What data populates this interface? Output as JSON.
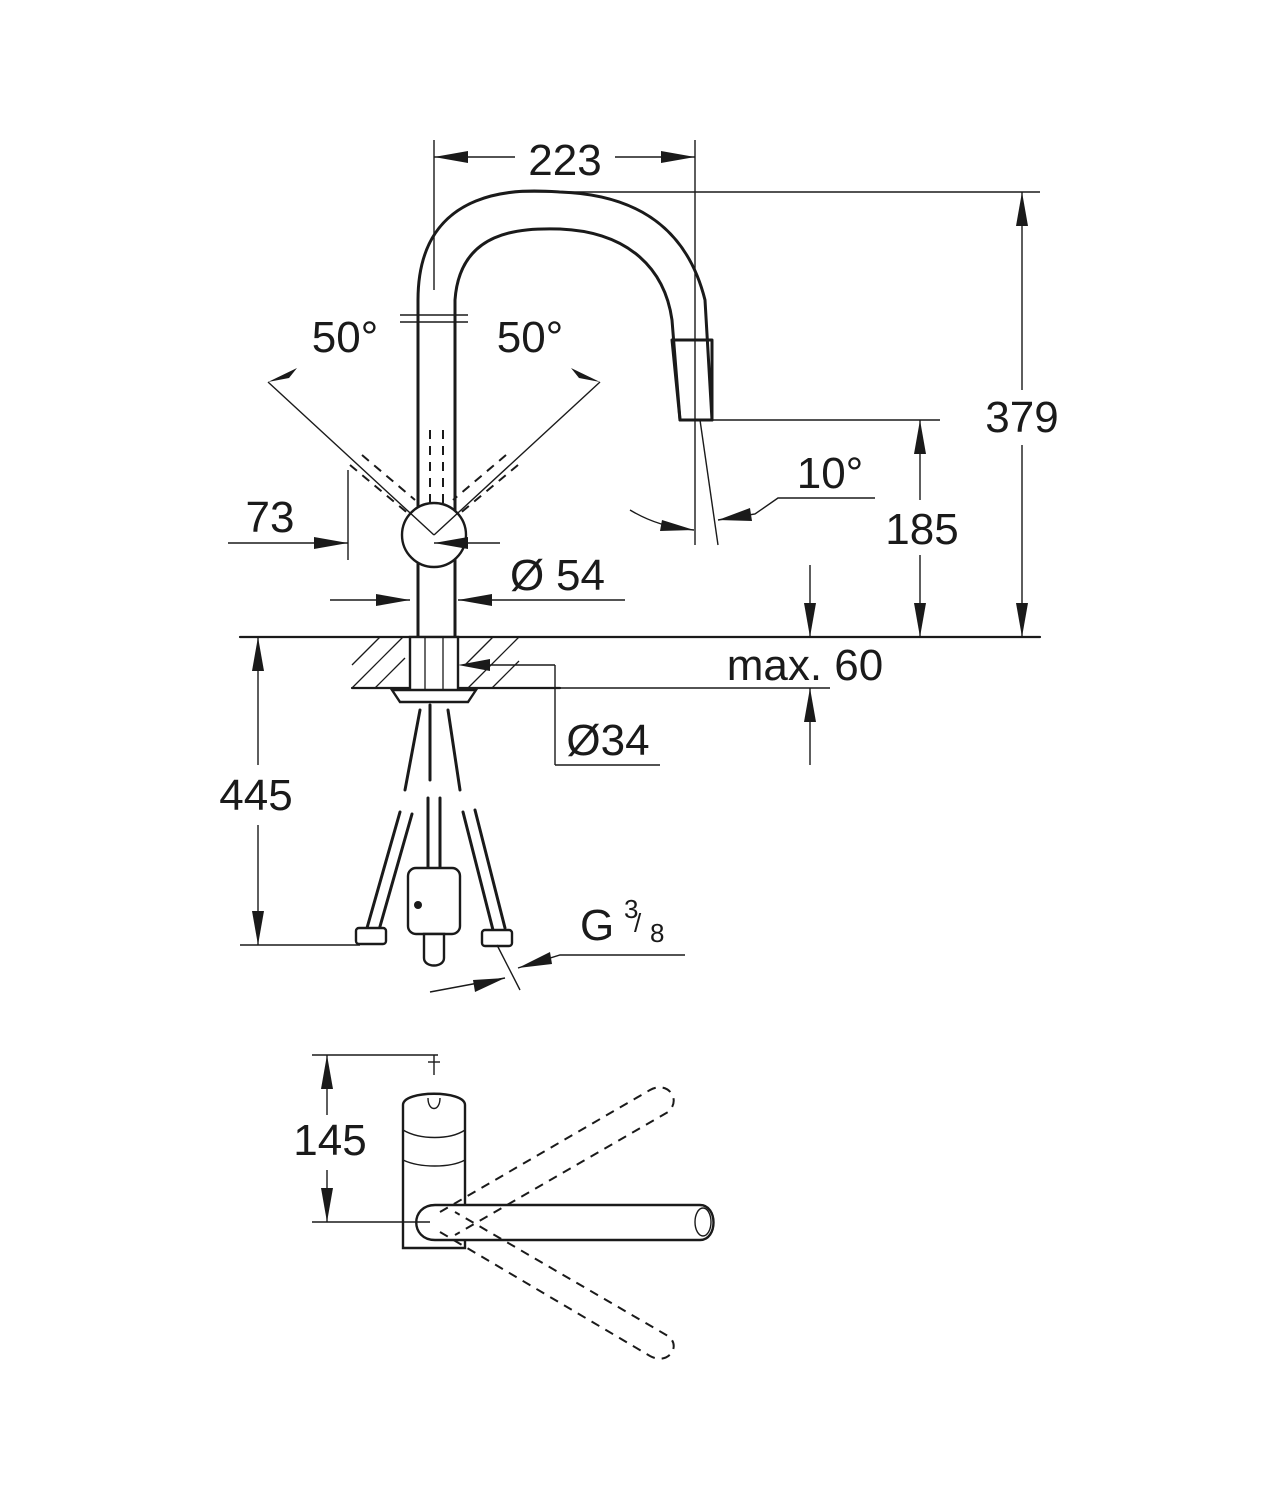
{
  "dimensions": {
    "width_223": "223",
    "height_379": "379",
    "angle_left": "50°",
    "angle_right": "50°",
    "offset_73": "73",
    "angle_spray": "10°",
    "height_185": "185",
    "diameter_54": "54",
    "deck_max": "max. 60",
    "diameter_34": "Ø34",
    "hose_445": "445",
    "thread": "G",
    "thread_num": "3",
    "thread_den": "8",
    "top_145": "145"
  },
  "symbols": {
    "diameter_sign": "Ø"
  }
}
